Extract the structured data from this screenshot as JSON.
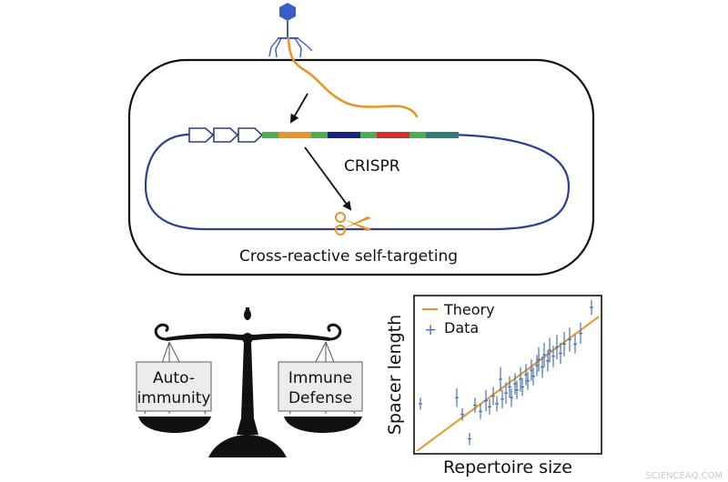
{
  "diagram": {
    "crispr_label": "CRISPR",
    "self_targeting_label": "Cross-reactive self-targeting",
    "array_segment_colors": [
      "#4caf50",
      "#e69528",
      "#4caf50",
      "#1a237e",
      "#4caf50",
      "#d32f2f",
      "#4caf50",
      "#2e7d7a"
    ],
    "colors": {
      "cell_outline": "#111111",
      "genome": "#2f3f8f",
      "phage": "#3a5dc9",
      "phage_dna": "#e69528"
    }
  },
  "balance": {
    "left_pan_line1": "Auto-",
    "left_pan_line2": "immunity",
    "right_pan_line1": "Immune",
    "right_pan_line2": "Defense"
  },
  "chart_data": {
    "type": "scatter",
    "xlabel": "Repertoire size",
    "ylabel": "Spacer length",
    "legend": [
      "Theory",
      "Data"
    ],
    "legend_position": "top-left",
    "colors": {
      "theory": "#e69528",
      "data": "#4a6fb5"
    },
    "xlim": [
      0,
      1
    ],
    "ylim": [
      0,
      1
    ],
    "theory_line": [
      [
        0,
        0
      ],
      [
        1,
        0.88
      ]
    ],
    "points": [
      {
        "x": 0.02,
        "y": 0.31,
        "err": 0.04
      },
      {
        "x": 0.22,
        "y": 0.35,
        "err": 0.06
      },
      {
        "x": 0.29,
        "y": 0.08,
        "err": 0.04
      },
      {
        "x": 0.25,
        "y": 0.24,
        "err": 0.04
      },
      {
        "x": 0.32,
        "y": 0.3,
        "err": 0.05
      },
      {
        "x": 0.35,
        "y": 0.26,
        "err": 0.05
      },
      {
        "x": 0.38,
        "y": 0.33,
        "err": 0.07
      },
      {
        "x": 0.4,
        "y": 0.29,
        "err": 0.05
      },
      {
        "x": 0.42,
        "y": 0.36,
        "err": 0.06
      },
      {
        "x": 0.44,
        "y": 0.31,
        "err": 0.05
      },
      {
        "x": 0.46,
        "y": 0.47,
        "err": 0.08
      },
      {
        "x": 0.47,
        "y": 0.34,
        "err": 0.06
      },
      {
        "x": 0.49,
        "y": 0.38,
        "err": 0.07
      },
      {
        "x": 0.51,
        "y": 0.42,
        "err": 0.07
      },
      {
        "x": 0.52,
        "y": 0.35,
        "err": 0.06
      },
      {
        "x": 0.54,
        "y": 0.44,
        "err": 0.07
      },
      {
        "x": 0.55,
        "y": 0.4,
        "err": 0.06
      },
      {
        "x": 0.57,
        "y": 0.47,
        "err": 0.08
      },
      {
        "x": 0.58,
        "y": 0.42,
        "err": 0.06
      },
      {
        "x": 0.6,
        "y": 0.5,
        "err": 0.07
      },
      {
        "x": 0.61,
        "y": 0.46,
        "err": 0.06
      },
      {
        "x": 0.63,
        "y": 0.53,
        "err": 0.07
      },
      {
        "x": 0.64,
        "y": 0.49,
        "err": 0.06
      },
      {
        "x": 0.66,
        "y": 0.56,
        "err": 0.07
      },
      {
        "x": 0.67,
        "y": 0.6,
        "err": 0.08
      },
      {
        "x": 0.69,
        "y": 0.55,
        "err": 0.07
      },
      {
        "x": 0.7,
        "y": 0.63,
        "err": 0.08
      },
      {
        "x": 0.72,
        "y": 0.59,
        "err": 0.07
      },
      {
        "x": 0.73,
        "y": 0.66,
        "err": 0.08
      },
      {
        "x": 0.75,
        "y": 0.62,
        "err": 0.07
      },
      {
        "x": 0.77,
        "y": 0.68,
        "err": 0.08
      },
      {
        "x": 0.79,
        "y": 0.64,
        "err": 0.07
      },
      {
        "x": 0.81,
        "y": 0.7,
        "err": 0.08
      },
      {
        "x": 0.84,
        "y": 0.73,
        "err": 0.08
      },
      {
        "x": 0.87,
        "y": 0.7,
        "err": 0.06
      },
      {
        "x": 0.9,
        "y": 0.77,
        "err": 0.07
      },
      {
        "x": 0.96,
        "y": 0.94,
        "err": 0.05
      }
    ]
  },
  "watermark": "SCIENCEAQ.COM"
}
